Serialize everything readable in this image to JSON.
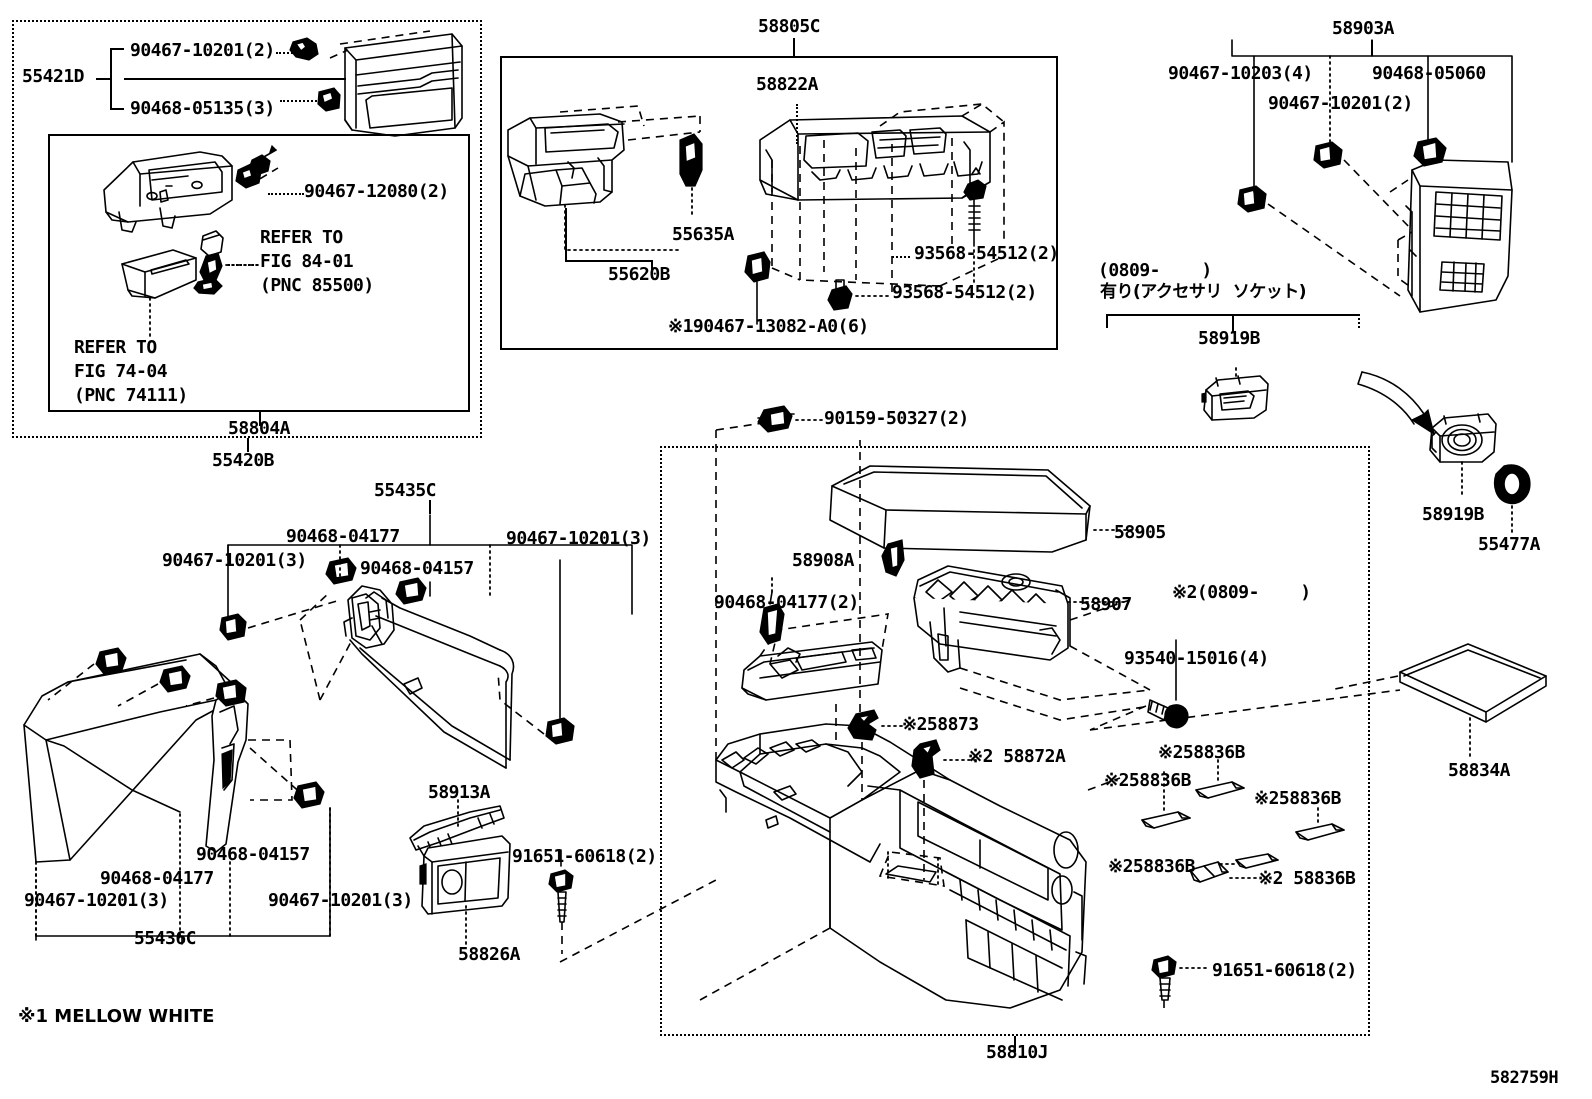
{
  "diagram": {
    "sheet_code": "582759H",
    "footnote_1": "※1 MELLOW WHITE",
    "footnote_2_note": "※2(0809-    )"
  },
  "group_55420B": {
    "group_label": "55420B",
    "sub_label_55421D": "55421D",
    "sub_label_58804A": "58804A",
    "parts": [
      {
        "code": "90467-10201(2)"
      },
      {
        "code": "90468-05135(3)"
      },
      {
        "code": "90467-12080(2)"
      }
    ],
    "refer_1": "REFER TO\nFIG 84-01\n(PNC 85500)",
    "refer_2": "REFER TO\nFIG 74-04\n(PNC 74111)"
  },
  "group_58805C": {
    "group_label": "58805C",
    "parts": [
      {
        "code": "58822A"
      },
      {
        "code": "55635A"
      },
      {
        "code": "55620B"
      },
      {
        "code": "93568-54512(2)"
      },
      {
        "code": "93568-54512(2)"
      },
      {
        "code": "※190467-13082-A0(6)"
      }
    ]
  },
  "group_58903A": {
    "group_label": "58903A",
    "parts": [
      {
        "code": "90467-10203(4)"
      },
      {
        "code": "90467-10201(2)"
      },
      {
        "code": "90468-05060"
      }
    ],
    "socket_note_line1": "(0809-    )",
    "socket_note_line2": "有り(アクセサリ  ソケット)",
    "socket_label": "58919B",
    "socket_label_2": "58919B",
    "ring_label": "55477A"
  },
  "group_55435C": {
    "group_label": "55435C",
    "parts": [
      {
        "code": "90467-10201(3)"
      },
      {
        "code": "90468-04177"
      },
      {
        "code": "90468-04157"
      },
      {
        "code": "90467-10201(3)"
      }
    ]
  },
  "group_55436C": {
    "group_label": "55436C",
    "parts": [
      {
        "code": "90467-10201(3)"
      },
      {
        "code": "90468-04177"
      },
      {
        "code": "90468-04157"
      },
      {
        "code": "90467-10201(3)"
      }
    ]
  },
  "group_shift_panel": {
    "label_58913A": "58913A",
    "label_58826A": "58826A",
    "bolt_91651": "91651-60618(2)"
  },
  "group_58810J": {
    "group_label": "58810J",
    "parts": [
      {
        "code": "90159-50327(2)"
      },
      {
        "code": "58905"
      },
      {
        "code": "58908A"
      },
      {
        "code": "90468-04177(2)"
      },
      {
        "code": "58907"
      },
      {
        "code": "93540-15016(4)"
      },
      {
        "code": "※258873"
      },
      {
        "code": "※2 58872A"
      },
      {
        "code": "※258836B"
      },
      {
        "code": "※258836B"
      },
      {
        "code": "※258836B"
      },
      {
        "code": "※258836B"
      },
      {
        "code": "※2 58836B"
      },
      {
        "code": "91651-60618(2)"
      }
    ],
    "note_dated": "※2(0809-    )"
  },
  "part_58834A": {
    "label": "58834A"
  }
}
